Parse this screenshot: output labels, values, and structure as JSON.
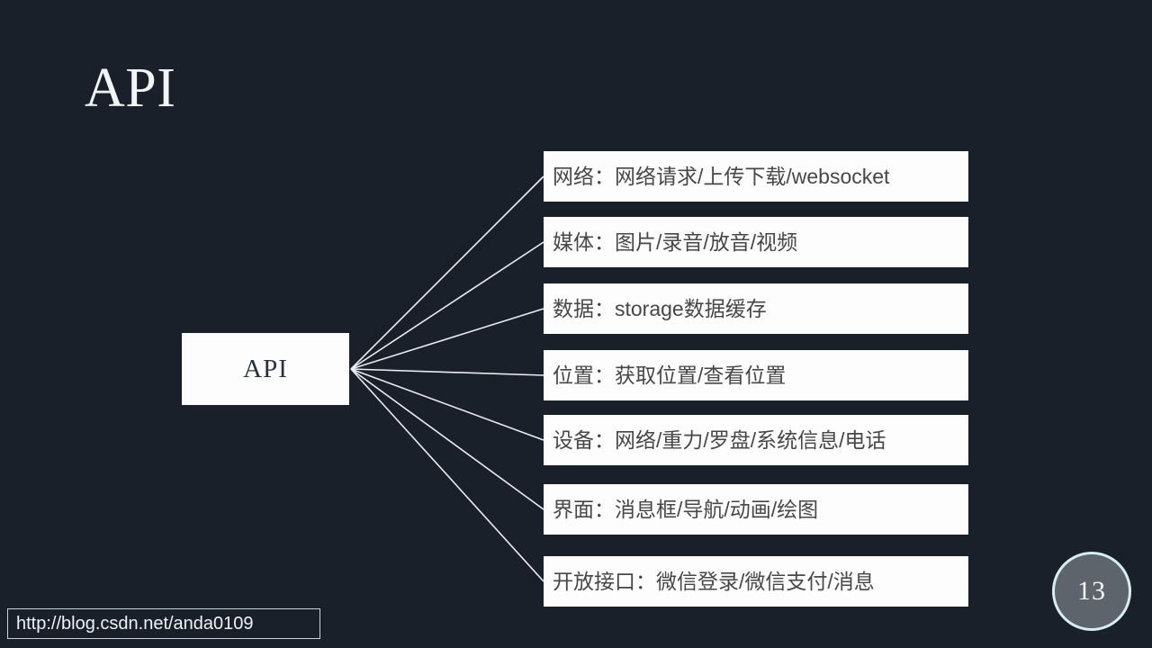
{
  "slide": {
    "title": "API",
    "page_number": "13",
    "background_color": "#1a202a",
    "box_fill_color": "#fdfdfd",
    "box_text_color": "#474747",
    "line_color": "#e9edf2",
    "badge_ring_color": "#d6eef2"
  },
  "diagram": {
    "center": {
      "label": "API"
    },
    "items": [
      {
        "label": "网络：网络请求/上传下载/websocket"
      },
      {
        "label": "媒体：图片/录音/放音/视频"
      },
      {
        "label": "数据：storage数据缓存"
      },
      {
        "label": "位置：获取位置/查看位置"
      },
      {
        "label": "设备：网络/重力/罗盘/系统信息/电话"
      },
      {
        "label": "界面：消息框/导航/动画/绘图"
      },
      {
        "label": "开放接口：微信登录/微信支付/消息"
      }
    ]
  },
  "watermark": {
    "url": "http://blog.csdn.net/anda0109"
  }
}
